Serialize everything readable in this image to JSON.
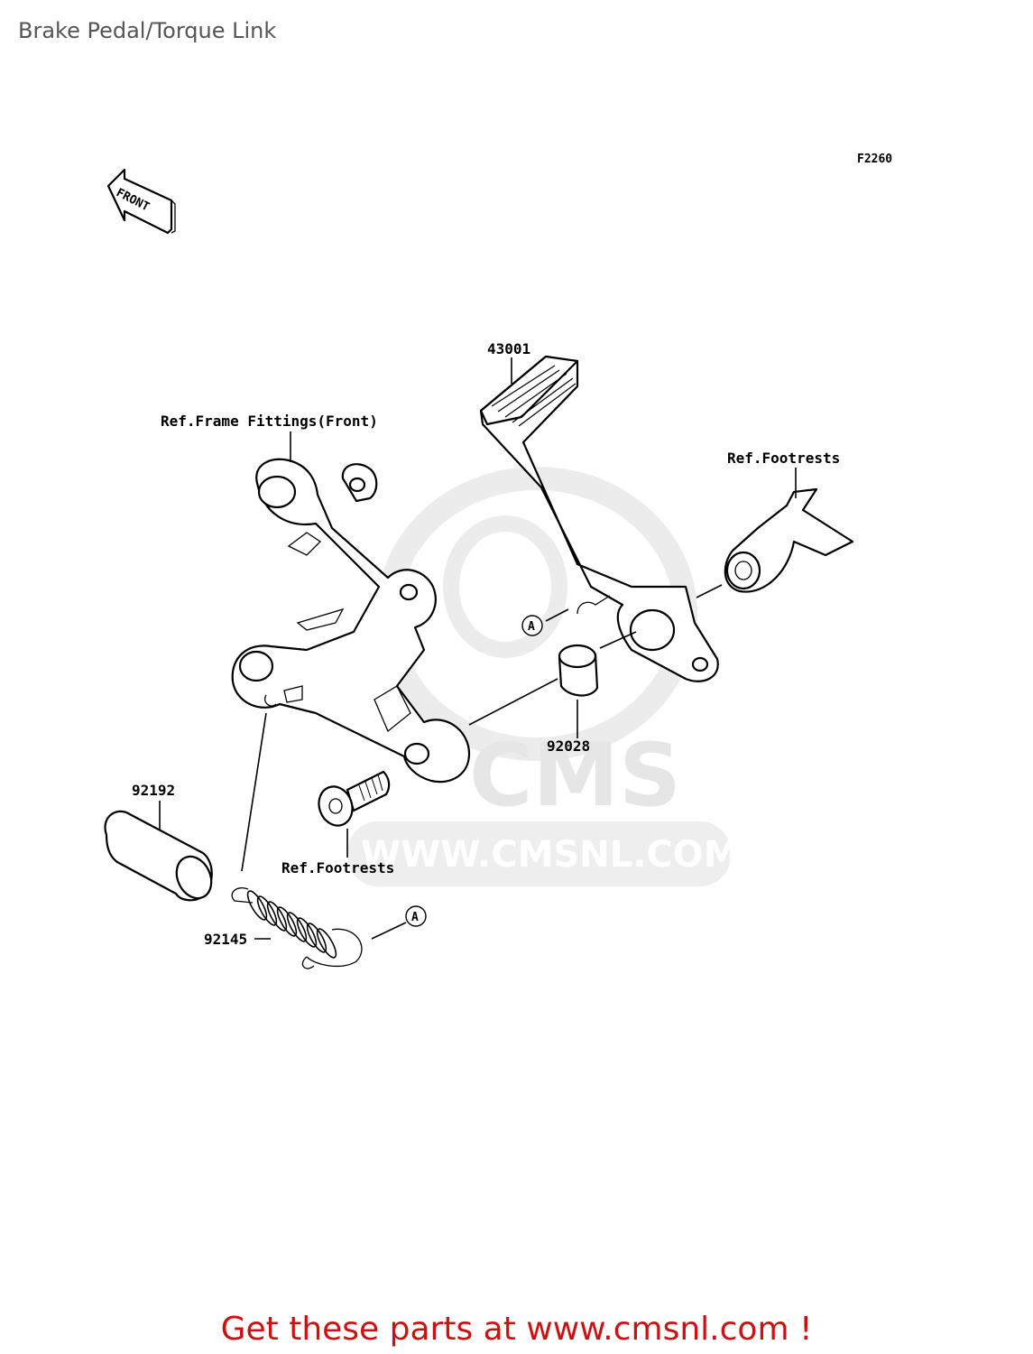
{
  "title": "Brake Pedal/Torque Link",
  "figure_code": "F2260",
  "front_badge": "FRONT",
  "watermark": {
    "brand": "CMS",
    "url": "WWW.CMSNL.COM"
  },
  "callouts": {
    "pedal": "43001",
    "frame_fittings_ref": "Ref.Frame Fittings(Front)",
    "footrests_ref_top": "Ref.Footrests",
    "collar": "92028",
    "sleeve": "92192",
    "footrests_ref_bottom": "Ref.Footrests",
    "spring": "92145",
    "marker_a": "A"
  },
  "footer": "Get these parts at www.cmsnl.com !"
}
